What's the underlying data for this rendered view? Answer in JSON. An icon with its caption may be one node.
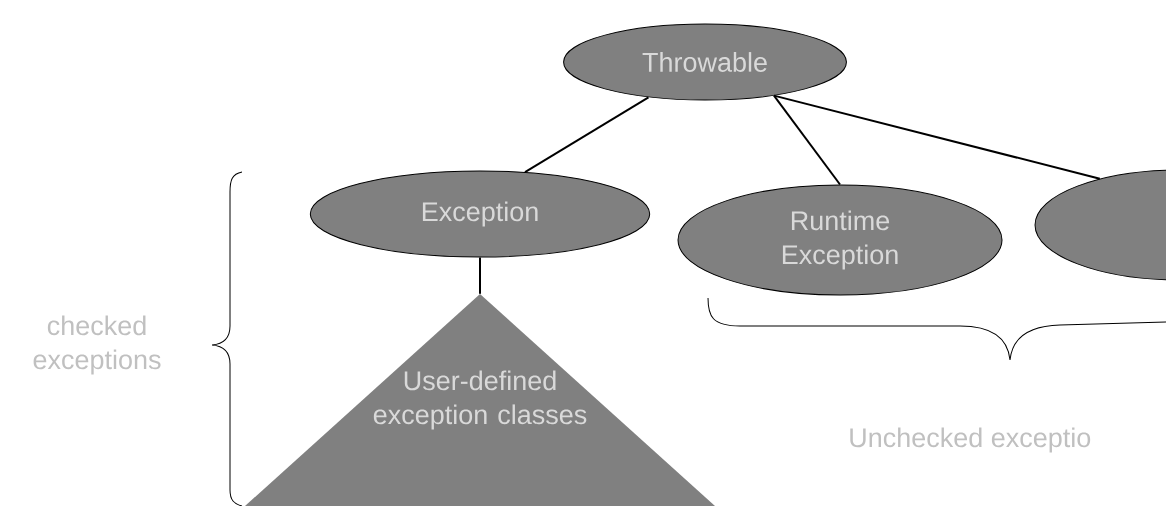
{
  "diagram": {
    "nodes": [
      {
        "text": [
          "Throwable"
        ]
      },
      {
        "text": [
          "Exception"
        ]
      },
      {
        "text": [
          "Runtime Exception"
        ]
      },
      {
        "text": [],
        "shape": "ellipse"
      },
      {
        "text": [
          "User-defined exception classes"
        ]
      }
    ],
    "edges": [
      {
        "from": 0,
        "to": 1,
        "arrow": "none"
      },
      {
        "from": 0,
        "to": 2,
        "arrow": "none"
      },
      {
        "from": 0,
        "to": 3,
        "arrow": "none"
      },
      {
        "from": 1,
        "to": 4,
        "arrow": "none"
      }
    ],
    "labels": [
      "checked exceptions",
      "Unchecked exceptio"
    ]
  }
}
